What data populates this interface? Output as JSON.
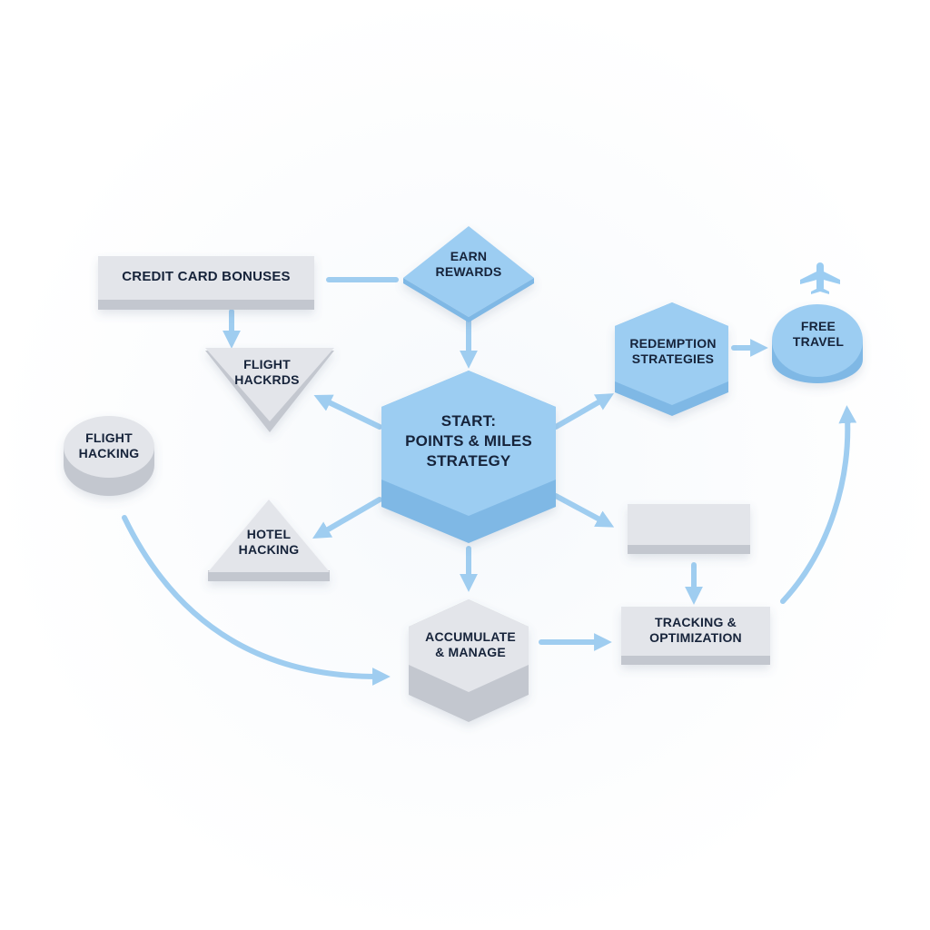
{
  "diagram": {
    "center": {
      "line1": "START:",
      "line2": "POINTS & MILES",
      "line3": "STRATEGY"
    },
    "earn": {
      "line1": "EARN",
      "line2": "REWARDS"
    },
    "credit": {
      "label": "CREDIT CARD BONUSES"
    },
    "flight_tri": {
      "line1": "FLIGHT",
      "line2": "HACKRDS"
    },
    "flight_disc": {
      "line1": "FLIGHT",
      "line2": "HACKING"
    },
    "hotel": {
      "line1": "HOTEL",
      "line2": "HACKING"
    },
    "redemption": {
      "line1": "REDEMPTION",
      "line2": "STRATEGIES"
    },
    "free_travel": {
      "line1": "FREE",
      "line2": "TRAVEL"
    },
    "accumulate": {
      "line1": "ACCUMULATE",
      "line2": "& MANAGE"
    },
    "tracking": {
      "line1": "TRACKING &",
      "line2": "OPTIMIZATION"
    },
    "blank_box": {
      "label": ""
    },
    "icons": {
      "plane": "airplane-icon"
    }
  },
  "colors": {
    "blue_fill": "#9ccdf2",
    "blue_side": "#7fb8e5",
    "gray_fill": "#e3e5ea",
    "gray_side": "#c3c7cf",
    "arrow": "#9fcdf0",
    "text": "#16233a"
  }
}
